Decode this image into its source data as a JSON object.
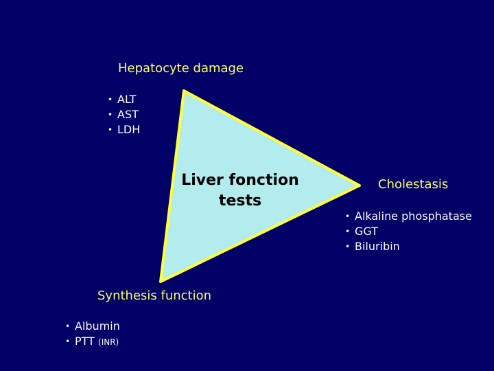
{
  "colors": {
    "background": "#000066",
    "triangle_fill": "#b3ecec",
    "triangle_stroke": "#ffff33",
    "heading_text": "#ffff66",
    "list_text": "#ffffff",
    "center_text": "#000000"
  },
  "hepatocyte": {
    "title": "Hepatocyte  damage",
    "items": [
      "ALT",
      "AST",
      "LDH"
    ]
  },
  "center": {
    "line1": "Liver fonction",
    "line2": "tests"
  },
  "cholestasis": {
    "title": "Cholestasis",
    "items": [
      "Alkaline phosphatase",
      "GGT",
      "Biluribin"
    ]
  },
  "synthesis": {
    "title": "Synthesis  function",
    "items": [
      "Albumin",
      "PTT"
    ],
    "ptt_note": "(INR)"
  },
  "bullet_char": "•"
}
